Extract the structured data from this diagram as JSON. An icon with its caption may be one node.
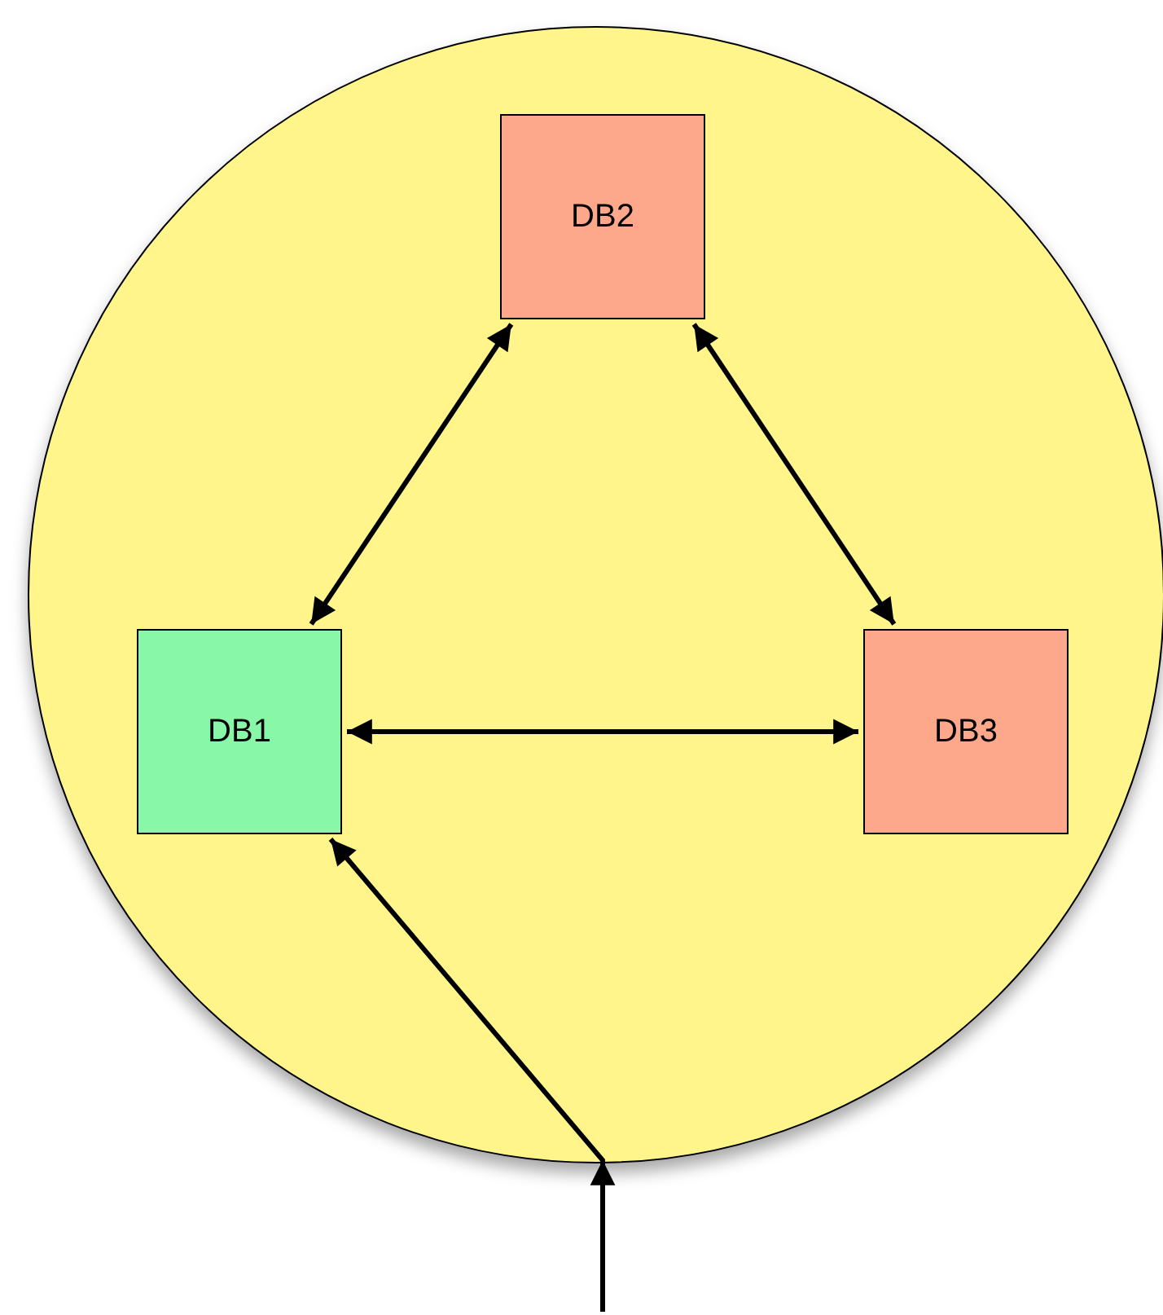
{
  "diagram": {
    "nodes": [
      {
        "text": [],
        "shape": "circle"
      },
      {
        "text": [
          "DB2"
        ],
        "in": 0
      },
      {
        "text": [
          "DB1"
        ],
        "in": 0
      },
      {
        "text": [
          "DB3"
        ],
        "in": 0
      }
    ],
    "edges": [
      {
        "from": 1,
        "to": 2,
        "arrow": "both"
      },
      {
        "from": 1,
        "to": 3,
        "arrow": "both"
      },
      {
        "from": 2,
        "to": 3,
        "arrow": "both"
      },
      {
        "from": null,
        "to": 2,
        "arrow": "to"
      }
    ]
  }
}
